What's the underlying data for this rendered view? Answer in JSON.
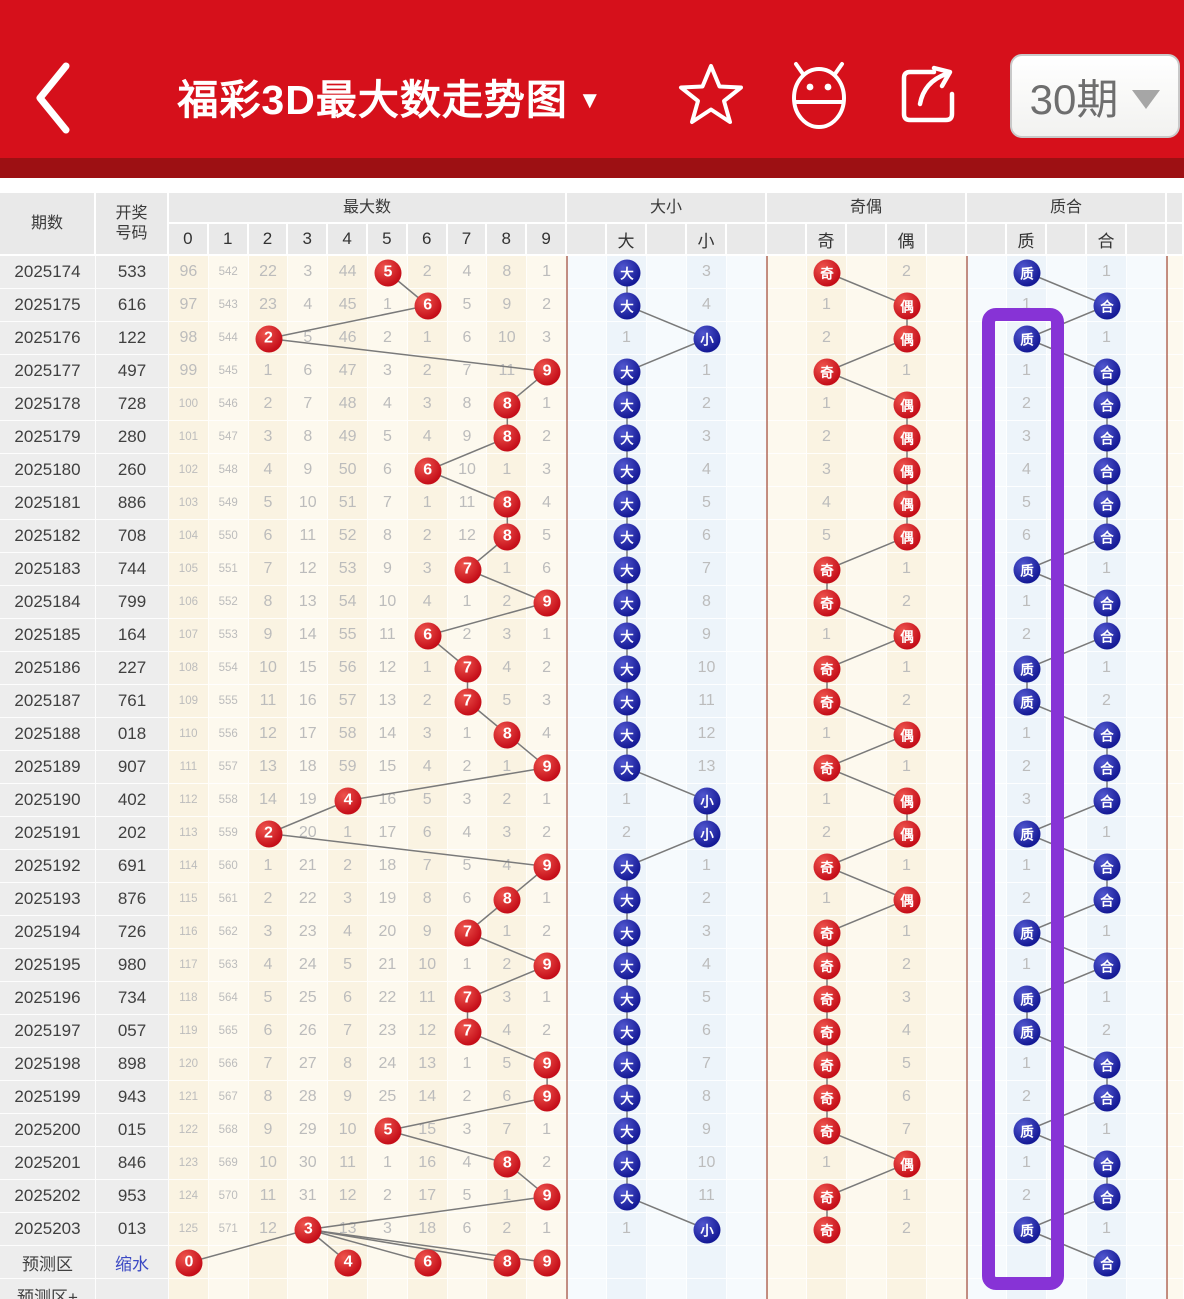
{
  "header": {
    "title": "福彩3D最大数走势图",
    "title_caret": "▼",
    "period_button": "30期"
  },
  "table": {
    "groups": {
      "period": "期数",
      "number": "开奖\n号码",
      "max": "最大数",
      "daxiao": "大小",
      "qiou": "奇偶",
      "zhihe": "质合"
    },
    "sub": {
      "digits": [
        "0",
        "1",
        "2",
        "3",
        "4",
        "5",
        "6",
        "7",
        "8",
        "9"
      ],
      "da": "大",
      "xiao": "小",
      "qi": "奇",
      "ou": "偶",
      "zhi": "质",
      "he": "合"
    },
    "footer": {
      "pred_label": "预测区",
      "pred_link": "缩水",
      "pred_plus_label": "预测区+"
    }
  },
  "chart_data": {
    "type": "table",
    "title": "福彩3D最大数走势图",
    "columns": [
      "期数",
      "开奖号码",
      "0",
      "1",
      "2",
      "3",
      "4",
      "5",
      "6",
      "7",
      "8",
      "9",
      "大",
      "小",
      "奇",
      "偶",
      "质",
      "合"
    ],
    "rows": [
      {
        "p": "2025174",
        "n": "533",
        "h": 5,
        "m": [
          "96",
          "542",
          "22",
          "3",
          "44",
          "",
          "2",
          "4",
          "8",
          "1"
        ],
        "dx": [
          "大",
          "3"
        ],
        "jo": [
          "奇",
          "2"
        ],
        "zh": [
          "质",
          "1"
        ]
      },
      {
        "p": "2025175",
        "n": "616",
        "h": 6,
        "m": [
          "97",
          "543",
          "23",
          "4",
          "45",
          "1",
          "",
          "5",
          "9",
          "2"
        ],
        "dx": [
          "大",
          "4"
        ],
        "jo": [
          "偶",
          "1"
        ],
        "zh": [
          "合",
          "1"
        ]
      },
      {
        "p": "2025176",
        "n": "122",
        "h": 2,
        "m": [
          "98",
          "544",
          "",
          "5",
          "46",
          "2",
          "1",
          "6",
          "10",
          "3"
        ],
        "dx": [
          "小",
          "1"
        ],
        "jo": [
          "偶",
          "2"
        ],
        "zh": [
          "质",
          "1"
        ]
      },
      {
        "p": "2025177",
        "n": "497",
        "h": 9,
        "m": [
          "99",
          "545",
          "1",
          "6",
          "47",
          "3",
          "2",
          "7",
          "11",
          ""
        ],
        "dx": [
          "大",
          "1"
        ],
        "jo": [
          "奇",
          "1"
        ],
        "zh": [
          "合",
          "1"
        ]
      },
      {
        "p": "2025178",
        "n": "728",
        "h": 8,
        "m": [
          "100",
          "546",
          "2",
          "7",
          "48",
          "4",
          "3",
          "8",
          "",
          "1"
        ],
        "dx": [
          "大",
          "2"
        ],
        "jo": [
          "偶",
          "1"
        ],
        "zh": [
          "合",
          "2"
        ]
      },
      {
        "p": "2025179",
        "n": "280",
        "h": 8,
        "m": [
          "101",
          "547",
          "3",
          "8",
          "49",
          "5",
          "4",
          "9",
          "",
          "2"
        ],
        "dx": [
          "大",
          "3"
        ],
        "jo": [
          "偶",
          "2"
        ],
        "zh": [
          "合",
          "3"
        ]
      },
      {
        "p": "2025180",
        "n": "260",
        "h": 6,
        "m": [
          "102",
          "548",
          "4",
          "9",
          "50",
          "6",
          "",
          "10",
          "1",
          "3"
        ],
        "dx": [
          "大",
          "4"
        ],
        "jo": [
          "偶",
          "3"
        ],
        "zh": [
          "合",
          "4"
        ]
      },
      {
        "p": "2025181",
        "n": "886",
        "h": 8,
        "m": [
          "103",
          "549",
          "5",
          "10",
          "51",
          "7",
          "1",
          "11",
          "",
          "4"
        ],
        "dx": [
          "大",
          "5"
        ],
        "jo": [
          "偶",
          "4"
        ],
        "zh": [
          "合",
          "5"
        ]
      },
      {
        "p": "2025182",
        "n": "708",
        "h": 8,
        "m": [
          "104",
          "550",
          "6",
          "11",
          "52",
          "8",
          "2",
          "12",
          "",
          "5"
        ],
        "dx": [
          "大",
          "6"
        ],
        "jo": [
          "偶",
          "5"
        ],
        "zh": [
          "合",
          "6"
        ]
      },
      {
        "p": "2025183",
        "n": "744",
        "h": 7,
        "m": [
          "105",
          "551",
          "7",
          "12",
          "53",
          "9",
          "3",
          "",
          "1",
          "6"
        ],
        "dx": [
          "大",
          "7"
        ],
        "jo": [
          "奇",
          "1"
        ],
        "zh": [
          "质",
          "1"
        ]
      },
      {
        "p": "2025184",
        "n": "799",
        "h": 9,
        "m": [
          "106",
          "552",
          "8",
          "13",
          "54",
          "10",
          "4",
          "1",
          "2",
          ""
        ],
        "dx": [
          "大",
          "8"
        ],
        "jo": [
          "奇",
          "2"
        ],
        "zh": [
          "合",
          "1"
        ]
      },
      {
        "p": "2025185",
        "n": "164",
        "h": 6,
        "m": [
          "107",
          "553",
          "9",
          "14",
          "55",
          "11",
          "",
          "2",
          "3",
          "1"
        ],
        "dx": [
          "大",
          "9"
        ],
        "jo": [
          "偶",
          "1"
        ],
        "zh": [
          "合",
          "2"
        ]
      },
      {
        "p": "2025186",
        "n": "227",
        "h": 7,
        "m": [
          "108",
          "554",
          "10",
          "15",
          "56",
          "12",
          "1",
          "",
          "4",
          "2"
        ],
        "dx": [
          "大",
          "10"
        ],
        "jo": [
          "奇",
          "1"
        ],
        "zh": [
          "质",
          "1"
        ]
      },
      {
        "p": "2025187",
        "n": "761",
        "h": 7,
        "m": [
          "109",
          "555",
          "11",
          "16",
          "57",
          "13",
          "2",
          "",
          "5",
          "3"
        ],
        "dx": [
          "大",
          "11"
        ],
        "jo": [
          "奇",
          "2"
        ],
        "zh": [
          "质",
          "2"
        ]
      },
      {
        "p": "2025188",
        "n": "018",
        "h": 8,
        "m": [
          "110",
          "556",
          "12",
          "17",
          "58",
          "14",
          "3",
          "1",
          "",
          "4"
        ],
        "dx": [
          "大",
          "12"
        ],
        "jo": [
          "偶",
          "1"
        ],
        "zh": [
          "合",
          "1"
        ]
      },
      {
        "p": "2025189",
        "n": "907",
        "h": 9,
        "m": [
          "111",
          "557",
          "13",
          "18",
          "59",
          "15",
          "4",
          "2",
          "1",
          ""
        ],
        "dx": [
          "大",
          "13"
        ],
        "jo": [
          "奇",
          "1"
        ],
        "zh": [
          "合",
          "2"
        ]
      },
      {
        "p": "2025190",
        "n": "402",
        "h": 4,
        "m": [
          "112",
          "558",
          "14",
          "19",
          "",
          "16",
          "5",
          "3",
          "2",
          "1"
        ],
        "dx": [
          "小",
          "1"
        ],
        "jo": [
          "偶",
          "1"
        ],
        "zh": [
          "合",
          "3"
        ]
      },
      {
        "p": "2025191",
        "n": "202",
        "h": 2,
        "m": [
          "113",
          "559",
          "",
          "20",
          "1",
          "17",
          "6",
          "4",
          "3",
          "2"
        ],
        "dx": [
          "小",
          "2"
        ],
        "jo": [
          "偶",
          "2"
        ],
        "zh": [
          "质",
          "1"
        ]
      },
      {
        "p": "2025192",
        "n": "691",
        "h": 9,
        "m": [
          "114",
          "560",
          "1",
          "21",
          "2",
          "18",
          "7",
          "5",
          "4",
          ""
        ],
        "dx": [
          "大",
          "1"
        ],
        "jo": [
          "奇",
          "1"
        ],
        "zh": [
          "合",
          "1"
        ]
      },
      {
        "p": "2025193",
        "n": "876",
        "h": 8,
        "m": [
          "115",
          "561",
          "2",
          "22",
          "3",
          "19",
          "8",
          "6",
          "",
          "1"
        ],
        "dx": [
          "大",
          "2"
        ],
        "jo": [
          "偶",
          "1"
        ],
        "zh": [
          "合",
          "2"
        ]
      },
      {
        "p": "2025194",
        "n": "726",
        "h": 7,
        "m": [
          "116",
          "562",
          "3",
          "23",
          "4",
          "20",
          "9",
          "",
          "1",
          "2"
        ],
        "dx": [
          "大",
          "3"
        ],
        "jo": [
          "奇",
          "1"
        ],
        "zh": [
          "质",
          "1"
        ]
      },
      {
        "p": "2025195",
        "n": "980",
        "h": 9,
        "m": [
          "117",
          "563",
          "4",
          "24",
          "5",
          "21",
          "10",
          "1",
          "2",
          ""
        ],
        "dx": [
          "大",
          "4"
        ],
        "jo": [
          "奇",
          "2"
        ],
        "zh": [
          "合",
          "1"
        ]
      },
      {
        "p": "2025196",
        "n": "734",
        "h": 7,
        "m": [
          "118",
          "564",
          "5",
          "25",
          "6",
          "22",
          "11",
          "",
          "3",
          "1"
        ],
        "dx": [
          "大",
          "5"
        ],
        "jo": [
          "奇",
          "3"
        ],
        "zh": [
          "质",
          "1"
        ]
      },
      {
        "p": "2025197",
        "n": "057",
        "h": 7,
        "m": [
          "119",
          "565",
          "6",
          "26",
          "7",
          "23",
          "12",
          "",
          "4",
          "2"
        ],
        "dx": [
          "大",
          "6"
        ],
        "jo": [
          "奇",
          "4"
        ],
        "zh": [
          "质",
          "2"
        ]
      },
      {
        "p": "2025198",
        "n": "898",
        "h": 9,
        "m": [
          "120",
          "566",
          "7",
          "27",
          "8",
          "24",
          "13",
          "1",
          "5",
          ""
        ],
        "dx": [
          "大",
          "7"
        ],
        "jo": [
          "奇",
          "5"
        ],
        "zh": [
          "合",
          "1"
        ]
      },
      {
        "p": "2025199",
        "n": "943",
        "h": 9,
        "m": [
          "121",
          "567",
          "8",
          "28",
          "9",
          "25",
          "14",
          "2",
          "6",
          ""
        ],
        "dx": [
          "大",
          "8"
        ],
        "jo": [
          "奇",
          "6"
        ],
        "zh": [
          "合",
          "2"
        ]
      },
      {
        "p": "2025200",
        "n": "015",
        "h": 5,
        "m": [
          "122",
          "568",
          "9",
          "29",
          "10",
          "",
          "15",
          "3",
          "7",
          "1"
        ],
        "dx": [
          "大",
          "9"
        ],
        "jo": [
          "奇",
          "7"
        ],
        "zh": [
          "质",
          "1"
        ]
      },
      {
        "p": "2025201",
        "n": "846",
        "h": 8,
        "m": [
          "123",
          "569",
          "10",
          "30",
          "11",
          "1",
          "16",
          "4",
          "",
          "2"
        ],
        "dx": [
          "大",
          "10"
        ],
        "jo": [
          "偶",
          "1"
        ],
        "zh": [
          "合",
          "1"
        ]
      },
      {
        "p": "2025202",
        "n": "953",
        "h": 9,
        "m": [
          "124",
          "570",
          "11",
          "31",
          "12",
          "2",
          "17",
          "5",
          "1",
          ""
        ],
        "dx": [
          "大",
          "11"
        ],
        "jo": [
          "奇",
          "1"
        ],
        "zh": [
          "合",
          "2"
        ]
      },
      {
        "p": "2025203",
        "n": "013",
        "h": 3,
        "m": [
          "125",
          "571",
          "12",
          "",
          "13",
          "3",
          "18",
          "6",
          "2",
          "1"
        ],
        "dx": [
          "小",
          "1"
        ],
        "jo": [
          "奇",
          "2"
        ],
        "zh": [
          "质",
          "1"
        ]
      }
    ],
    "predictions": {
      "max": [
        0,
        4,
        6,
        8,
        9
      ],
      "zhihe": "合"
    }
  },
  "colors": {
    "header_red": "#d6101b",
    "header_dark_strip": "#9d1013",
    "red_circle": "#c50e19",
    "blue_circle": "#151a96",
    "highlight_purple": "#8733d6",
    "cream_a": "#faf3e2",
    "cream_b": "#fdf9ee",
    "blue_a": "#edf4fa",
    "blue_b": "#f6fafd",
    "line_gray": "#7a7a7a",
    "link_blue": "#3b49c4"
  }
}
